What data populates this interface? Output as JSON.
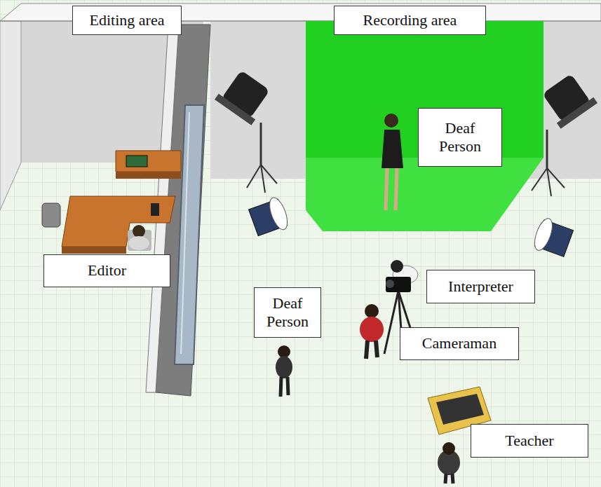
{
  "diagram": {
    "nodes": [
      {
        "text": [
          "Editing area"
        ]
      },
      {
        "text": [
          "Recording area"
        ]
      },
      {
        "text": [
          "Deaf Person"
        ]
      },
      {
        "text": [
          "Editor"
        ]
      },
      {
        "text": [
          "Deaf Person"
        ]
      },
      {
        "text": [
          "Interpreter"
        ]
      },
      {
        "text": [
          "Cameraman"
        ]
      },
      {
        "text": [
          "Teacher"
        ]
      }
    ]
  }
}
